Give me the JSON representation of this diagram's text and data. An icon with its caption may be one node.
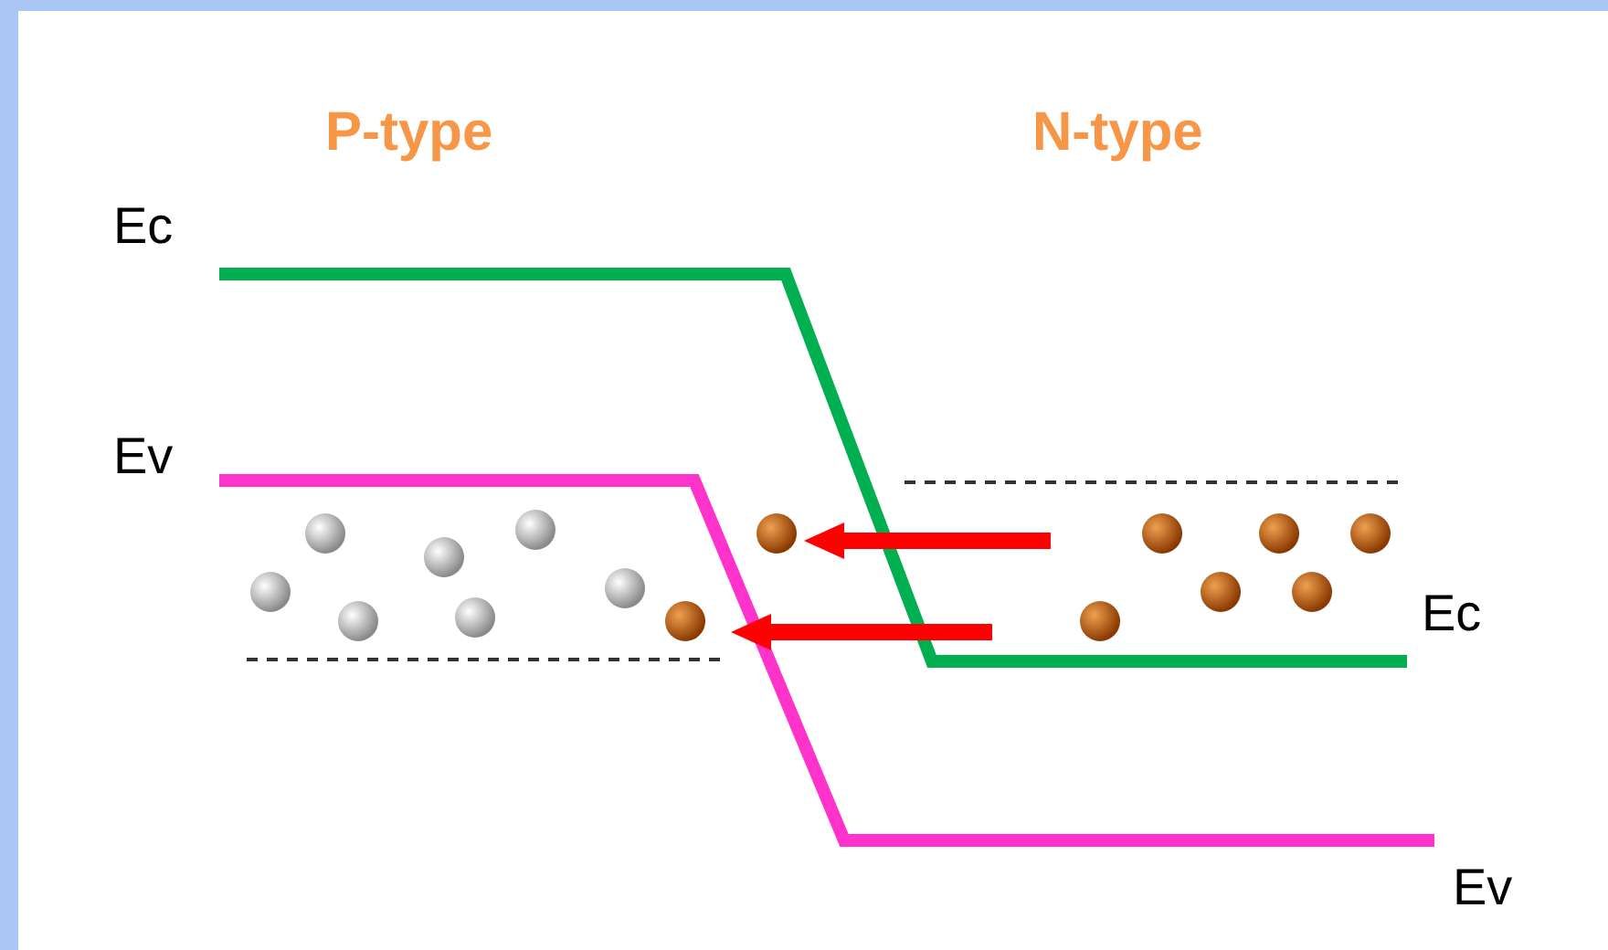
{
  "diagram": {
    "labels": [
      "P-type",
      "N-type",
      "Ec",
      "Ev",
      "Ec",
      "Ev"
    ]
  }
}
